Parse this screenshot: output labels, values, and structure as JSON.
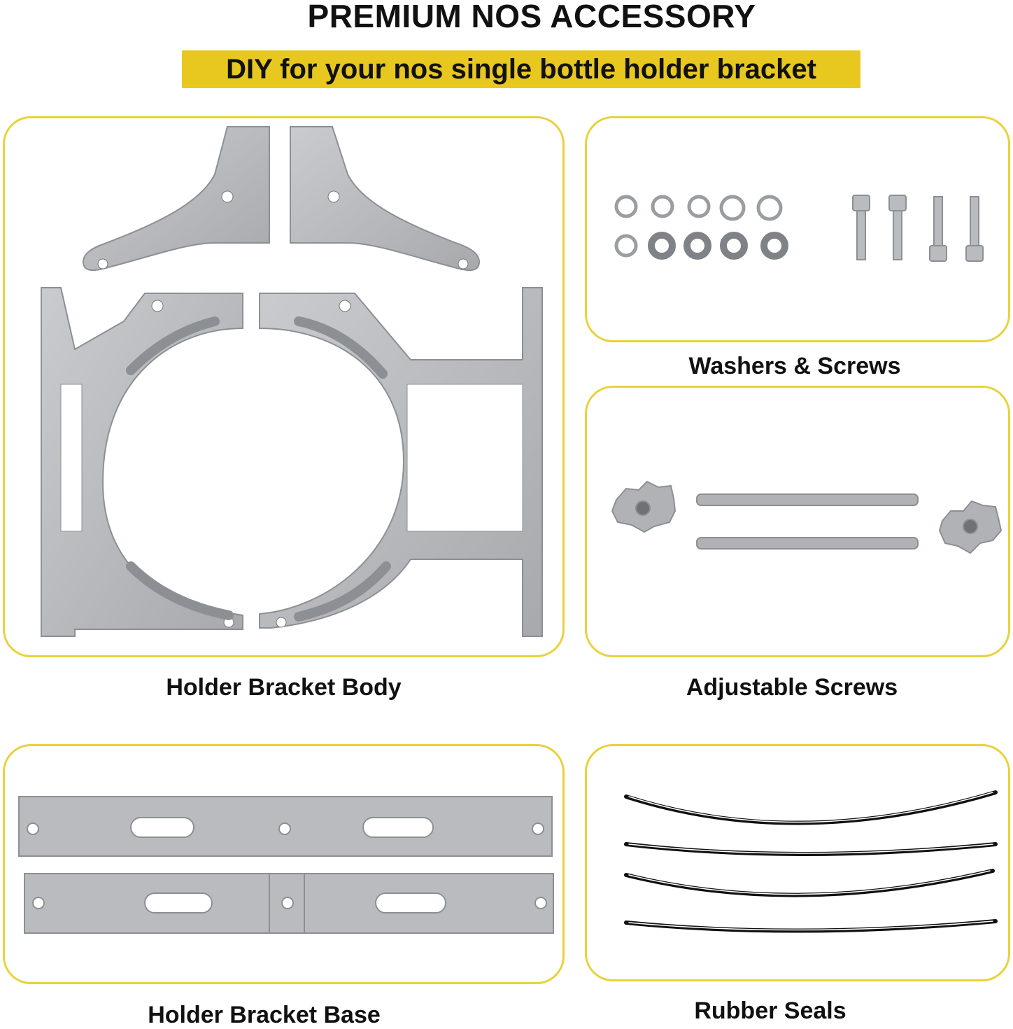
{
  "header": {
    "title": "PREMIUM NOS ACCESSORY",
    "subtitle": "DIY for your nos single bottle holder bracket"
  },
  "panels": {
    "holder_bracket_body": {
      "caption": "Holder Bracket Body",
      "icon": "bracket-body-illustration"
    },
    "washers_screws": {
      "caption": "Washers & Screws",
      "icon": "washers-screws-illustration"
    },
    "adjustable_screws": {
      "caption": "Adjustable Screws",
      "icon": "adjustable-screws-illustration"
    },
    "holder_bracket_base": {
      "caption": "Holder Bracket Base",
      "icon": "bracket-base-illustration"
    },
    "rubber_seals": {
      "caption": "Rubber Seals",
      "icon": "rubber-seals-illustration"
    }
  },
  "colors": {
    "accent_yellow": "#e8c81f",
    "panel_border": "#e8d23a",
    "metal": "#b9bbbf",
    "metal_dark": "#8c8f94"
  }
}
